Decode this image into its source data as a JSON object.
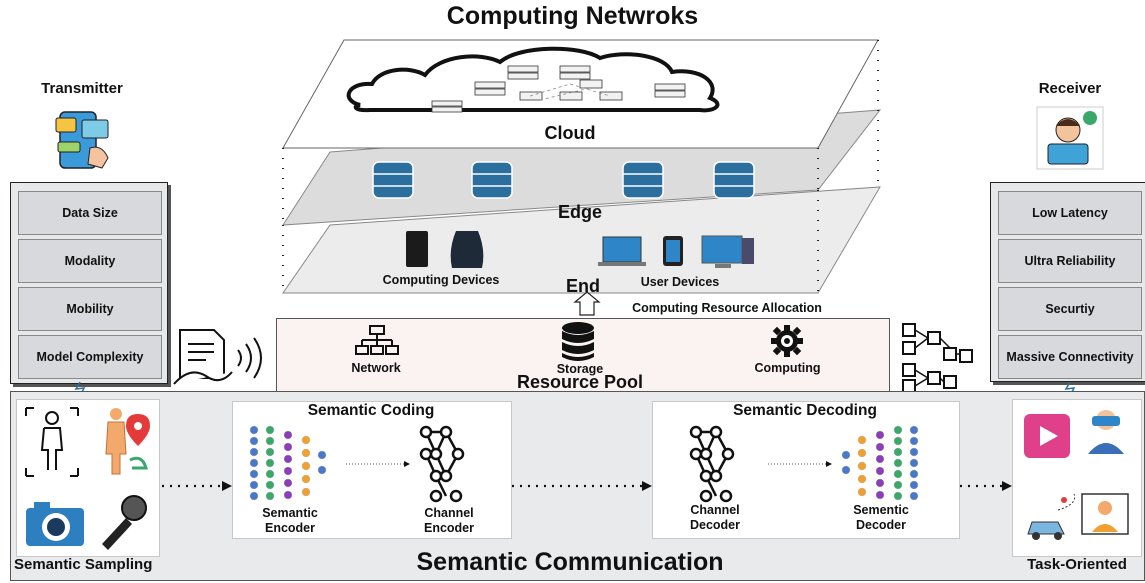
{
  "title": "Computing Netwroks",
  "transmitter": {
    "title": "Transmitter",
    "properties": [
      "Data Size",
      "Modality",
      "Mobility",
      "Model Complexity"
    ]
  },
  "receiver": {
    "title": "Receiver",
    "properties": [
      "Low Latency",
      "Ultra Reliability",
      "Securtiy",
      "Massive Connectivity"
    ]
  },
  "layers": {
    "cloud": "Cloud",
    "edge": "Edge",
    "end": "End",
    "computing_devices": "Computing Devices",
    "user_devices": "User Devices"
  },
  "allocation_label": "Computing Resource Allocation",
  "resource_pool": {
    "title": "Resource Pool",
    "network": "Network",
    "storage": "Storage",
    "computing": "Computing"
  },
  "semantic": {
    "title": "Semantic Communication",
    "sampling": "Semantic Sampling",
    "coding_title": "Semantic Coding",
    "semantic_encoder": "Semantic\nEncoder",
    "channel_encoder": "Channel\nEncoder",
    "decoding_title": "Semantic Decoding",
    "channel_decoder": "Channel\nDecoder",
    "semantic_decoder": "Sementic\nDecoder",
    "task_oriented": "Task-Oriented"
  },
  "colors": {
    "panel_bg": "#e9eaec",
    "prop_box": "#d7d9dd",
    "pool_bg": "#fbf2f2",
    "db_blue": "#2a6f9e",
    "nn_blue": "#4a78c8",
    "nn_green": "#3aa86b",
    "nn_orange": "#f0a030",
    "nn_purple": "#8a3fb8"
  }
}
